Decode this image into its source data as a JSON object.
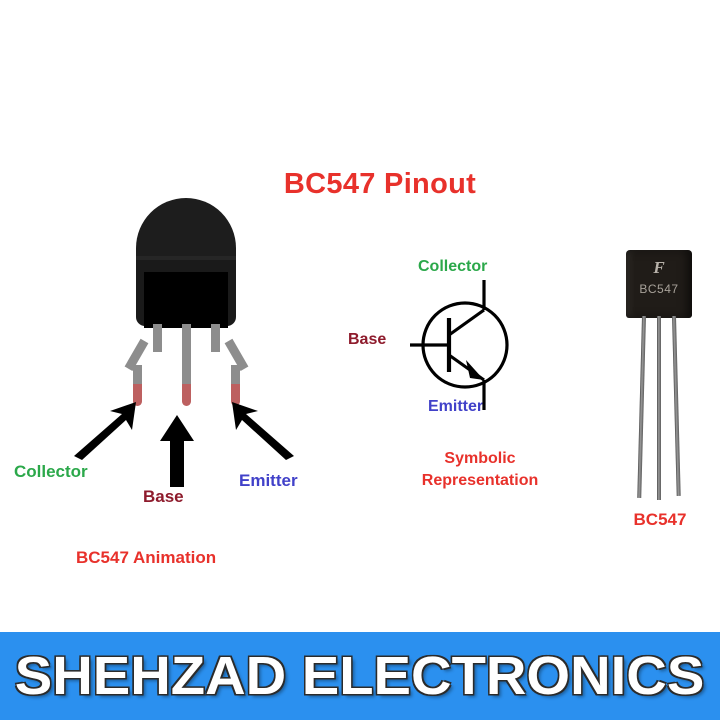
{
  "title": "BC547 Pinout",
  "left_diagram": {
    "caption": "BC547 Animation",
    "pins": [
      {
        "name": "collector",
        "label": "Collector",
        "color": "#2BA84A",
        "arrow": "arrow-up-right"
      },
      {
        "name": "base",
        "label": "Base",
        "color": "#8E1B2C",
        "arrow": "arrow-up"
      },
      {
        "name": "emitter",
        "label": "Emitter",
        "color": "#4141C9",
        "arrow": "arrow-up-left"
      }
    ],
    "package": {
      "body_color": "#1a1a1a",
      "face_color": "#000000",
      "lead_color": "#8d8d8d",
      "lead_tip_color": "#bd6060"
    }
  },
  "symbol": {
    "caption_line1": "Symbolic",
    "caption_line2": "Representation",
    "type": "NPN bipolar junction transistor",
    "terminals": [
      {
        "name": "collector",
        "label": "Collector",
        "color": "#2BA84A"
      },
      {
        "name": "base",
        "label": "Base",
        "color": "#8E1B2C"
      },
      {
        "name": "emitter",
        "label": "Emitter",
        "color": "#4141C9"
      }
    ]
  },
  "photo": {
    "caption": "BC547",
    "package_marking": "BC547",
    "manufacturer_logo": "F",
    "package_type": "TO-92"
  },
  "banner": {
    "text": "SHEHZAD ELECTRONICS",
    "background_color": "#2B90EF",
    "text_color": "#FFFFFF"
  },
  "colors": {
    "title_red": "#E8312B",
    "collector_green": "#2BA84A",
    "base_maroon": "#8E1B2C",
    "emitter_blue": "#4141C9",
    "banner_blue": "#2B90EF",
    "page_background": "#FFFFFF"
  }
}
